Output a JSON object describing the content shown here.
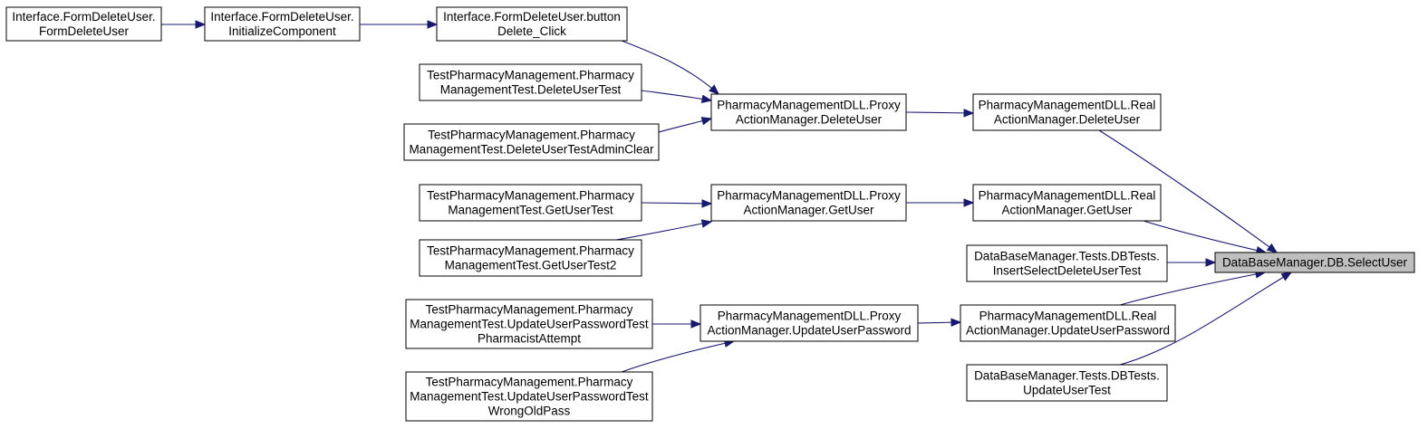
{
  "nodes": [
    {
      "id": "ffdu",
      "lines": [
        "Interface.FormDeleteUser.",
        "FormDeleteUser"
      ],
      "focus": false
    },
    {
      "id": "ffdi",
      "lines": [
        "Interface.FormDeleteUser.",
        "InitializeComponent"
      ],
      "focus": false
    },
    {
      "id": "ffdb",
      "lines": [
        "Interface.FormDeleteUser.button",
        "Delete_Click"
      ],
      "focus": false
    },
    {
      "id": "t_du",
      "lines": [
        "TestPharmacyManagement.Pharmacy",
        "ManagementTest.DeleteUserTest"
      ],
      "focus": false
    },
    {
      "id": "t_duac",
      "lines": [
        "TestPharmacyManagement.Pharmacy",
        "ManagementTest.DeleteUserTestAdminClear"
      ],
      "focus": false
    },
    {
      "id": "t_gu",
      "lines": [
        "TestPharmacyManagement.Pharmacy",
        "ManagementTest.GetUserTest"
      ],
      "focus": false
    },
    {
      "id": "t_gu2",
      "lines": [
        "TestPharmacyManagement.Pharmacy",
        "ManagementTest.GetUserTest2"
      ],
      "focus": false
    },
    {
      "id": "t_uppa",
      "lines": [
        "TestPharmacyManagement.Pharmacy",
        "ManagementTest.UpdateUserPasswordTest",
        "PharmacistAttempt"
      ],
      "focus": false
    },
    {
      "id": "t_upwo",
      "lines": [
        "TestPharmacyManagement.Pharmacy",
        "ManagementTest.UpdateUserPasswordTest",
        "WrongOldPass"
      ],
      "focus": false
    },
    {
      "id": "p_du",
      "lines": [
        "PharmacyManagementDLL.Proxy",
        "ActionManager.DeleteUser"
      ],
      "focus": false
    },
    {
      "id": "p_gu",
      "lines": [
        "PharmacyManagementDLL.Proxy",
        "ActionManager.GetUser"
      ],
      "focus": false
    },
    {
      "id": "p_uup",
      "lines": [
        "PharmacyManagementDLL.Proxy",
        "ActionManager.UpdateUserPassword"
      ],
      "focus": false
    },
    {
      "id": "r_du",
      "lines": [
        "PharmacyManagementDLL.Real",
        "ActionManager.DeleteUser"
      ],
      "focus": false
    },
    {
      "id": "r_gu",
      "lines": [
        "PharmacyManagementDLL.Real",
        "ActionManager.GetUser"
      ],
      "focus": false
    },
    {
      "id": "dbt_isd",
      "lines": [
        "DataBaseManager.Tests.DBTests.",
        "InsertSelectDeleteUserTest"
      ],
      "focus": false
    },
    {
      "id": "r_uup",
      "lines": [
        "PharmacyManagementDLL.Real",
        "ActionManager.UpdateUserPassword"
      ],
      "focus": false
    },
    {
      "id": "dbt_uu",
      "lines": [
        "DataBaseManager.Tests.DBTests.",
        "UpdateUserTest"
      ],
      "focus": false
    },
    {
      "id": "db_su",
      "lines": [
        "DataBaseManager.DB.SelectUser"
      ],
      "focus": true
    }
  ],
  "edges": [
    {
      "from": "ffdu",
      "to": "ffdi"
    },
    {
      "from": "ffdi",
      "to": "ffdb"
    },
    {
      "from": "ffdb",
      "to": "p_du"
    },
    {
      "from": "t_du",
      "to": "p_du"
    },
    {
      "from": "t_duac",
      "to": "p_du"
    },
    {
      "from": "p_du",
      "to": "r_du"
    },
    {
      "from": "r_du",
      "to": "db_su"
    },
    {
      "from": "t_gu",
      "to": "p_gu"
    },
    {
      "from": "t_gu2",
      "to": "p_gu"
    },
    {
      "from": "p_gu",
      "to": "r_gu"
    },
    {
      "from": "r_gu",
      "to": "db_su"
    },
    {
      "from": "dbt_isd",
      "to": "db_su"
    },
    {
      "from": "t_uppa",
      "to": "p_uup"
    },
    {
      "from": "t_upwo",
      "to": "p_uup"
    },
    {
      "from": "p_uup",
      "to": "r_uup"
    },
    {
      "from": "r_uup",
      "to": "db_su"
    },
    {
      "from": "dbt_uu",
      "to": "db_su"
    }
  ],
  "colors": {
    "edge": "#191970",
    "node_border": "#000000",
    "node_fill": "#ffffff",
    "focus_fill": "#bfbfbf"
  }
}
